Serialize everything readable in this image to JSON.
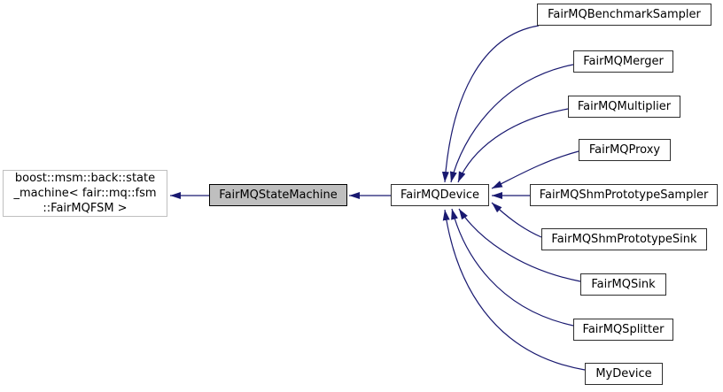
{
  "diagram": {
    "type": "inheritance-graph",
    "arrow_color": "#191970",
    "current_node_fill": "#bfbfbf",
    "external_border_color": "#bfbfbf",
    "node_border_color": "#000000",
    "background_color": "#ffffff"
  },
  "nodes": [
    {
      "label": "boost::msm::back::state\n_machine< fair::mq::fsm\n::FairMQFSM >",
      "kind": "external"
    },
    {
      "label": "FairMQStateMachine",
      "kind": "current"
    },
    {
      "label": "FairMQDevice",
      "kind": "link"
    },
    {
      "label": "FairMQBenchmarkSampler",
      "kind": "link"
    },
    {
      "label": "FairMQMerger",
      "kind": "link"
    },
    {
      "label": "FairMQMultiplier",
      "kind": "link"
    },
    {
      "label": "FairMQProxy",
      "kind": "link"
    },
    {
      "label": "FairMQShmPrototypeSampler",
      "kind": "link"
    },
    {
      "label": "FairMQShmPrototypeSink",
      "kind": "link"
    },
    {
      "label": "FairMQSink",
      "kind": "link"
    },
    {
      "label": "FairMQSplitter",
      "kind": "link"
    },
    {
      "label": "MyDevice",
      "kind": "link"
    }
  ],
  "edges": [
    {
      "from": "FairMQStateMachine",
      "to": "boost::msm::back::state_machine< fair::mq::fsm::FairMQFSM >"
    },
    {
      "from": "FairMQDevice",
      "to": "FairMQStateMachine"
    },
    {
      "from": "FairMQBenchmarkSampler",
      "to": "FairMQDevice"
    },
    {
      "from": "FairMQMerger",
      "to": "FairMQDevice"
    },
    {
      "from": "FairMQMultiplier",
      "to": "FairMQDevice"
    },
    {
      "from": "FairMQProxy",
      "to": "FairMQDevice"
    },
    {
      "from": "FairMQShmPrototypeSampler",
      "to": "FairMQDevice"
    },
    {
      "from": "FairMQShmPrototypeSink",
      "to": "FairMQDevice"
    },
    {
      "from": "FairMQSink",
      "to": "FairMQDevice"
    },
    {
      "from": "FairMQSplitter",
      "to": "FairMQDevice"
    },
    {
      "from": "MyDevice",
      "to": "FairMQDevice"
    }
  ]
}
